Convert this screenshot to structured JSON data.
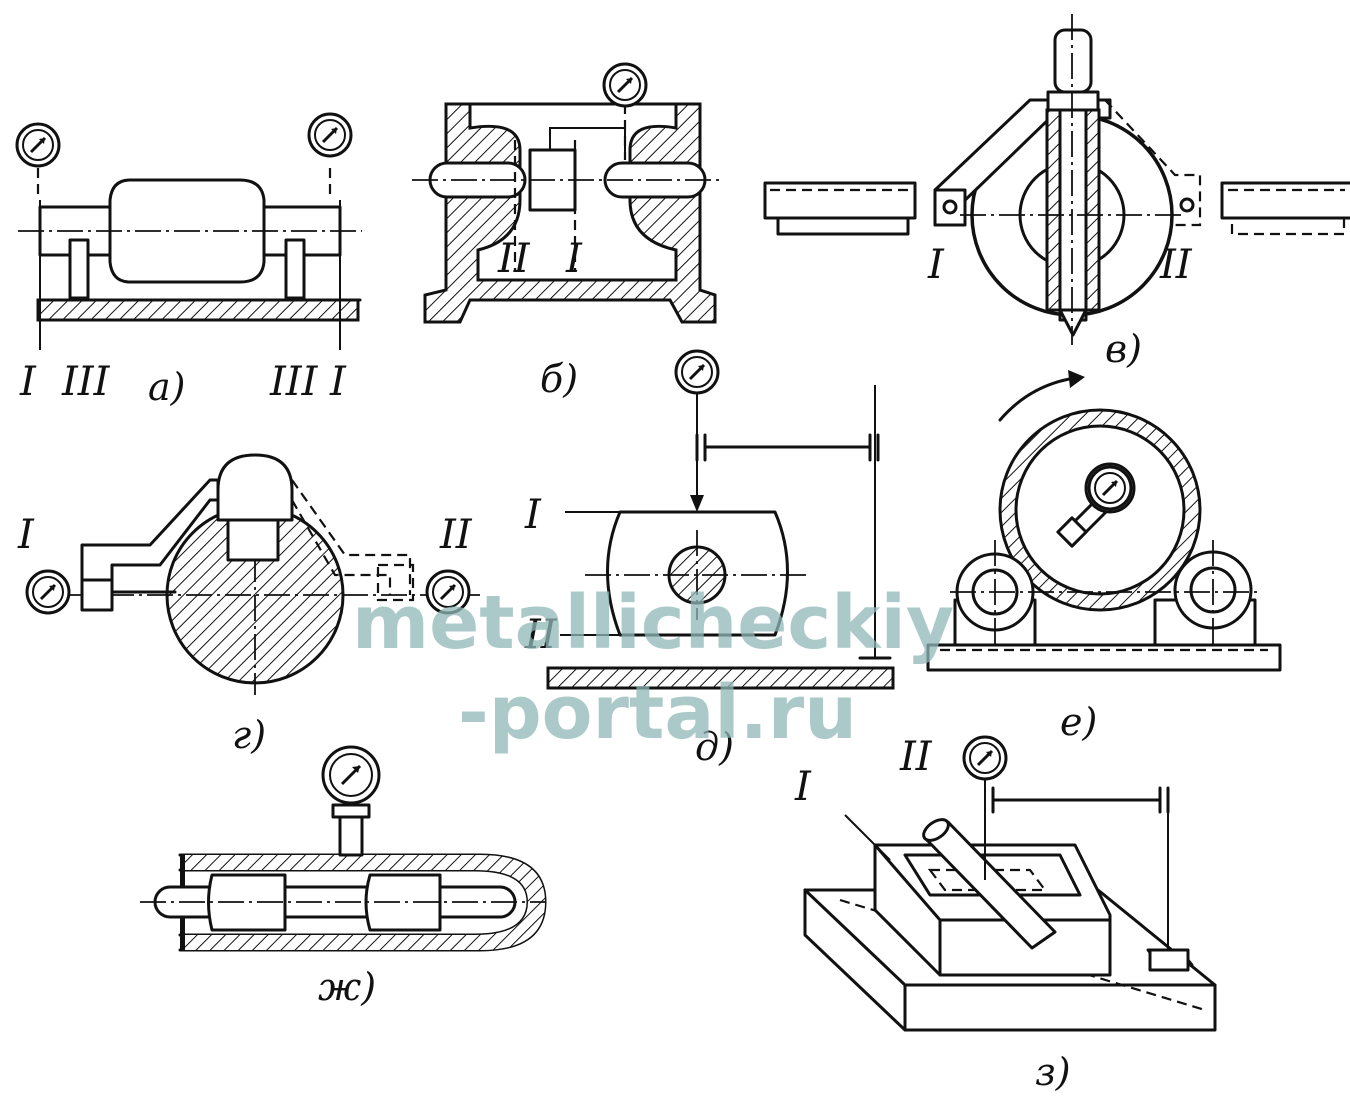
{
  "figures": {
    "a": {
      "caption": "а)",
      "marks": [
        "I",
        "III",
        "III",
        "I"
      ]
    },
    "b": {
      "caption": "б)",
      "marks": [
        "II",
        "I"
      ]
    },
    "v": {
      "caption": "в)",
      "marks": [
        "I",
        "II"
      ]
    },
    "g": {
      "caption": "г)",
      "marks": [
        "I",
        "II"
      ]
    },
    "d": {
      "caption": "д)",
      "marks": [
        "I",
        "II"
      ]
    },
    "e": {
      "caption": "е)"
    },
    "zh": {
      "caption": "ж)"
    },
    "z": {
      "caption": "з)",
      "marks": [
        "I",
        "II"
      ]
    }
  },
  "watermark": {
    "line1": "metallicheckiy",
    "line2": "-portal.ru",
    "color": "#8fb7b5"
  },
  "icons": [
    "dial-indicator-icon"
  ]
}
